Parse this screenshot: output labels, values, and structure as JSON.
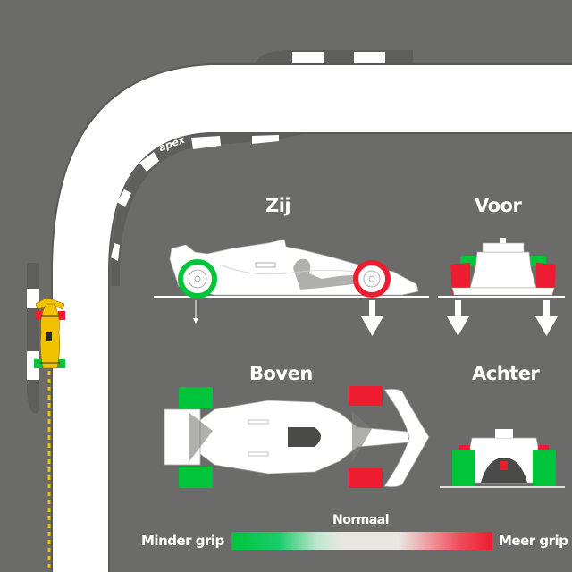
{
  "diagram": {
    "type": "F1 car tyre grip diagram on a corner",
    "track": {
      "apex_label": "apex",
      "racing_line_color": "#f2c200"
    },
    "views": [
      {
        "id": "side",
        "title": "Zij"
      },
      {
        "id": "front",
        "title": "Voor"
      },
      {
        "id": "top",
        "title": "Boven"
      },
      {
        "id": "rear",
        "title": "Achter"
      }
    ],
    "legend": {
      "left_label": "Minder grip",
      "center_label": "Normaal",
      "right_label": "Meer grip",
      "colors": {
        "less_grip": "#00c43a",
        "normal": "#e8e7e2",
        "more_grip": "#ee1c30"
      }
    },
    "colors": {
      "background": "#6b6b69",
      "track": "#ffffff",
      "car_body": "#ffffff",
      "car_detail": "#8a8a88",
      "small_car": "#f2c200"
    }
  }
}
